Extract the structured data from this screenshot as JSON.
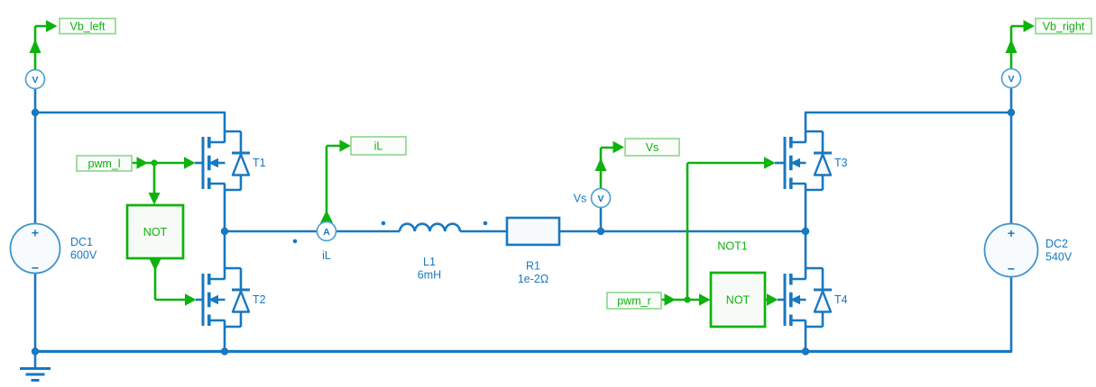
{
  "schematic": {
    "signal_boxes": {
      "vb_left": "Vb_left",
      "vb_right": "Vb_right",
      "il": "iL",
      "vs": "Vs",
      "pwm_l": "pwm_l",
      "pwm_r": "pwm_r"
    },
    "sources": {
      "dc1_name": "DC1",
      "dc1_value": "600V",
      "dc2_name": "DC2",
      "dc2_value": "540V",
      "plus": "+",
      "minus": "−"
    },
    "meters": {
      "volt_letter": "V",
      "amp_letter": "A",
      "ammeter_name": "iL",
      "vs_meter_name": "Vs"
    },
    "transistors": {
      "t1": "T1",
      "t2": "T2",
      "t3": "T3",
      "t4": "T4"
    },
    "logic_gates": {
      "not_label": "NOT",
      "not1_name": "NOT1"
    },
    "passives": {
      "l1_name": "L1",
      "l1_value": "6mH",
      "r1_name": "R1",
      "r1_value": "1e-2Ω"
    },
    "colors": {
      "wire_blue": "#1878C0",
      "signal_green": "#0DB20D",
      "box_border_green": "#8CD58C"
    }
  }
}
